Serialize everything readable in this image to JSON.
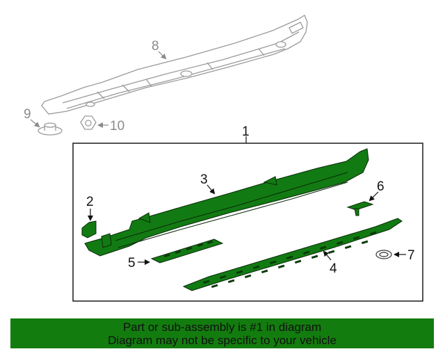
{
  "diagram": {
    "callouts": {
      "c1": "1",
      "c2": "2",
      "c3": "3",
      "c4": "4",
      "c5": "5",
      "c6": "6",
      "c7": "7",
      "c8": "8",
      "c9": "9",
      "c10": "10"
    },
    "colors": {
      "part_fill": "#127a12",
      "part_stroke": "#0b2a0b",
      "ghost_stroke": "#9a9a9a",
      "box_stroke": "#1a1a1a"
    }
  },
  "banner": {
    "line1": "Part or sub-assembly is #1 in diagram",
    "line2": "Diagram may not be specific to your vehicle",
    "color": "#137c0f"
  }
}
